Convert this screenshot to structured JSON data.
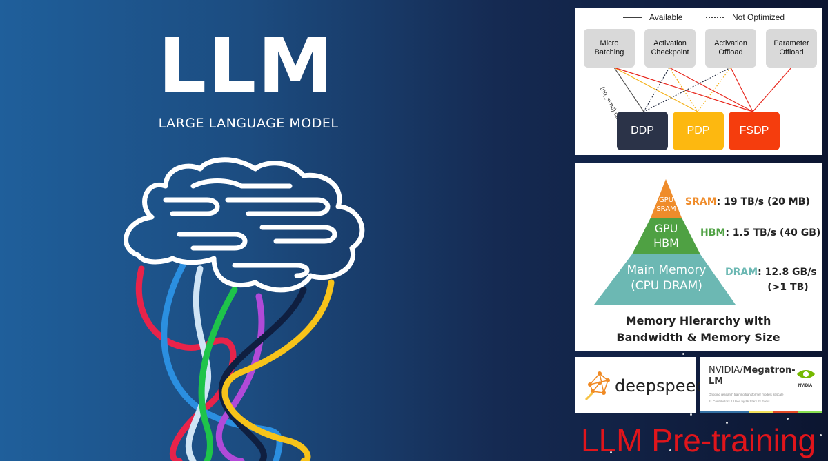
{
  "hero": {
    "title": "LLM",
    "subtitle": "LARGE LANGUAGE MODEL"
  },
  "parallelism": {
    "legend": {
      "solid": "Available",
      "dotted": "Not Optimized"
    },
    "techniques": [
      {
        "label_line1": "Micro",
        "label_line2": "Batching"
      },
      {
        "label_line1": "Activation",
        "label_line2": "Checkpoint"
      },
      {
        "label_line1": "Activation",
        "label_line2": "Offload"
      },
      {
        "label_line1": "Parameter",
        "label_line2": "Offload"
      }
    ],
    "strategies": [
      {
        "label": "DDP",
        "color": "#2b3348"
      },
      {
        "label": "PDP",
        "color": "#fdb810"
      },
      {
        "label": "FSDP",
        "color": "#f53d0d"
      }
    ],
    "edge_note": "(no_sync) ctx",
    "edge_colors": {
      "ddp": "#2b3348",
      "pdp": "#f5b21a",
      "fsdp": "#e8281e"
    }
  },
  "memory": {
    "levels": [
      {
        "name_line1": "GPU",
        "name_line2": "SRAM",
        "type": "SRAM",
        "bandwidth": ": 19 TB/s (20 MB)",
        "color": "#ef8c2b"
      },
      {
        "name_line1": "GPU",
        "name_line2": "HBM",
        "type": "HBM",
        "bandwidth": ": 1.5 TB/s (40 GB)",
        "color": "#4fa143"
      },
      {
        "name_line1": "Main Memory",
        "name_line2": "(CPU DRAM)",
        "type": "DRAM",
        "bandwidth": ": 12.8 GB/s",
        "bandwidth_line2": "(>1 TB)",
        "color": "#6cb8b3"
      }
    ],
    "caption_line1": "Memory Hierarchy with",
    "caption_line2": "Bandwidth & Memory Size"
  },
  "deepspeed": {
    "label": "deepspeed"
  },
  "megatron": {
    "owner": "NVIDIA/",
    "repo": "Megatron-",
    "repo_line2": "LM",
    "description": "Ongoing research training transformer models at scale",
    "stats": "81 Contributors   1 Used by   9k Stars   2k Forks",
    "logo_text": "NVIDIA"
  },
  "footer": {
    "title": "LLM Pre-training"
  }
}
